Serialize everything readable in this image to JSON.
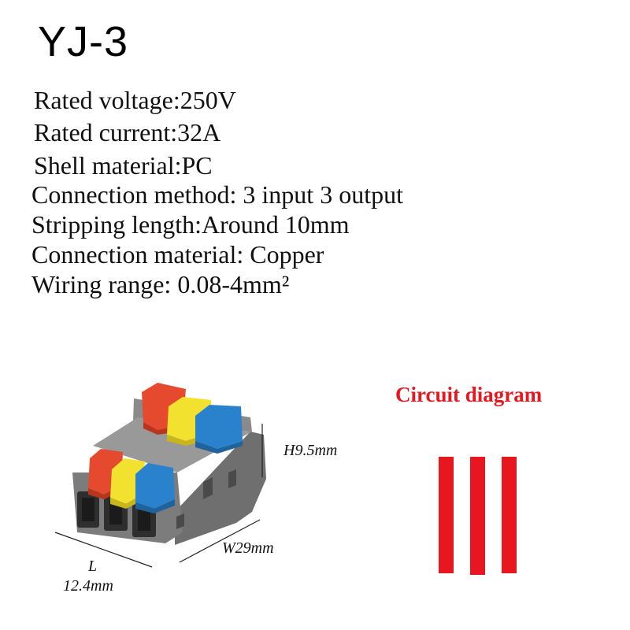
{
  "product": {
    "model": "YJ-3"
  },
  "specs": [
    "Rated voltage:250V",
    "Rated current:32A",
    "Shell material:PC",
    "Connection method: 3 input 3 output",
    "Stripping length:Around 10mm",
    "Connection material: Copper",
    "Wiring range: 0.08-4mm²"
  ],
  "dimensions": {
    "height": "H9.5mm",
    "width": "W29mm",
    "length_label": "L",
    "length_value": "12.4mm"
  },
  "circuit": {
    "title": "Circuit diagram",
    "line_count": 3,
    "line_color": "#e8161f"
  },
  "connector": {
    "body_color": "#808080",
    "lever_colors": [
      "#e64a2e",
      "#f2e12e",
      "#2a82cc"
    ],
    "port_count": 3
  }
}
